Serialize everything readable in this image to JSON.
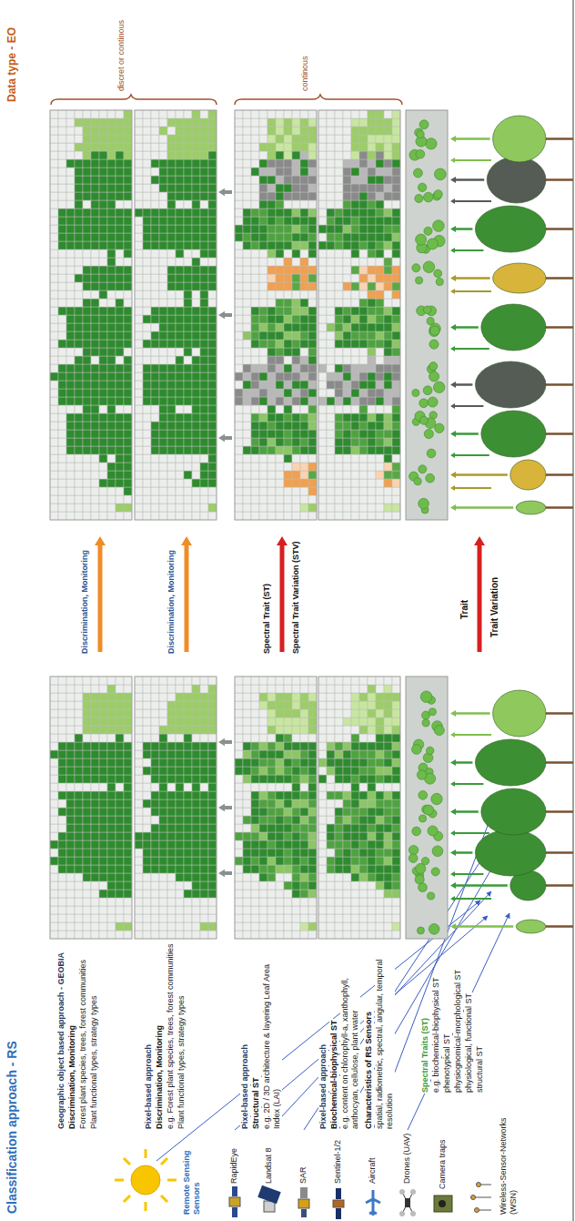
{
  "diagram": {
    "title": "Classification approach - RS",
    "labels": [
      "Geographic object based approach - GEOBIA",
      "Discrimination, Monitoring",
      "Forest plant species, trees, forest communities",
      "Plant functional types, strategy types",
      "Pixel-based approach",
      "Discrimination, Monitoring",
      "e.g. Forest plant species, trees, forest communities",
      "Plant functional types, strategy types",
      "Pixel-based approach",
      "Structural ST",
      "e.g. 2D / 3D architecture & layering Leaf Area Index (LAI)",
      "Pixel-based approach",
      "Biochemical-biophysical ST",
      "e.g. content on chlorophyll-a, xanthophyll, anthocyan, cellulose, plant water",
      "Characteristics of RS Sensors",
      "spatial, radiometric, spectral, angular, temporal resolution",
      "Spectral Traits (ST)",
      "e.g. biochemical-biophysical ST",
      "phenotypical ST",
      "physiognomical-morphological ST",
      "physiological, functional ST",
      "structural ST",
      "Remote Sensing Sensors",
      "RapidEye",
      "Landsat 8",
      "SAR",
      "Sentinel-1/2",
      "Aircraft",
      "Drones (UAV)",
      "Camera traps",
      "Wireless-Sensor-Networks (WSN)",
      "Discrimination, Monitoring",
      "Discrimination, Monitoring",
      "Spectral Trait (ST)",
      "Spectral Trait Variation (STV)",
      "Trait",
      "Trait Variation",
      "Data type - EO",
      "discret or continous",
      "continous"
    ]
  }
}
